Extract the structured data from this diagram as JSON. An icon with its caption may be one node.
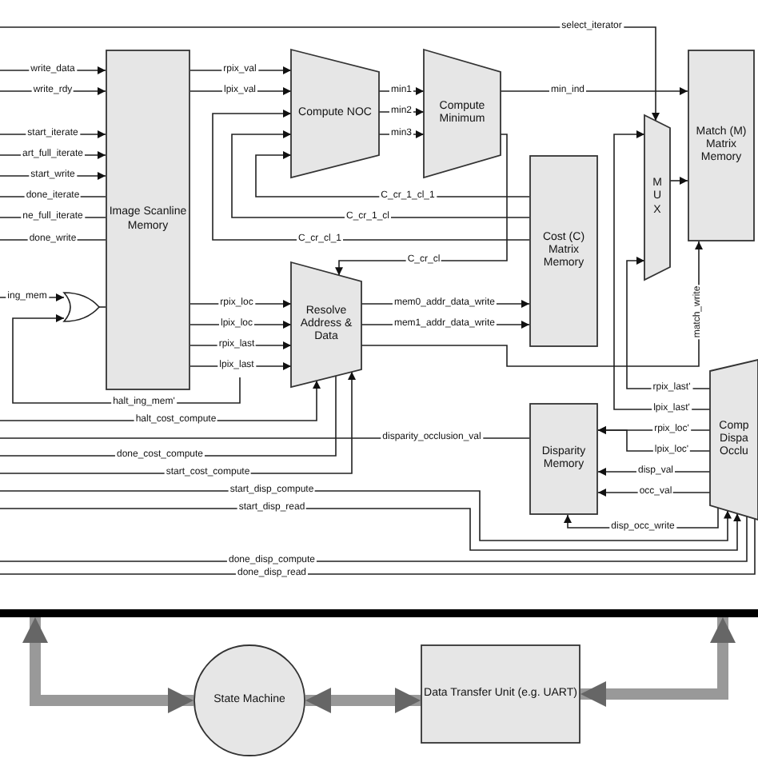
{
  "diagram": {
    "nodes": [
      {
        "text": [
          "Image Scanline Memory"
        ]
      },
      {
        "text": [
          "Compute NOC"
        ]
      },
      {
        "text": [
          "Compute Minimum"
        ]
      },
      {
        "text": [
          "Match (M) Matrix Memory"
        ]
      },
      {
        "text": [
          "MUX"
        ]
      },
      {
        "text": [
          "Cost (C) Matrix Memory"
        ]
      },
      {
        "text": [],
        "shape": "gate"
      },
      {
        "text": [
          "Resolve Address & Data"
        ]
      },
      {
        "text": [
          "Disparity Memory"
        ]
      },
      {
        "text": [
          "Comp Dispa Occlu"
        ]
      },
      {
        "text": [],
        "shape": "bar"
      },
      {
        "text": [
          "State Machine"
        ]
      },
      {
        "text": [
          "Data Transfer Unit (e.g. UART)"
        ]
      }
    ],
    "edges": [
      {
        "from": null,
        "to": 0,
        "arrow": "to",
        "label": "write_data"
      },
      {
        "from": null,
        "to": 0,
        "arrow": "to",
        "label": "write_rdy"
      },
      {
        "from": null,
        "to": 0,
        "arrow": "to",
        "label": "start_iterate"
      },
      {
        "from": null,
        "to": 0,
        "arrow": "to",
        "label": "art_full_iterate"
      },
      {
        "from": null,
        "to": 0,
        "arrow": "to",
        "label": "start_write"
      },
      {
        "from": 0,
        "to": null,
        "arrow": "none",
        "label": "done_iterate"
      },
      {
        "from": 0,
        "to": null,
        "arrow": "none",
        "label": "ne_full_iterate"
      },
      {
        "from": 0,
        "to": null,
        "arrow": "none",
        "label": "done_write"
      },
      {
        "from": null,
        "to": 6,
        "arrow": "to",
        "label": "ing_mem"
      },
      {
        "from": null,
        "to": 6,
        "arrow": "to",
        "label": "halt_ing_mem'"
      },
      {
        "from": 6,
        "to": 0,
        "arrow": "none"
      },
      {
        "from": null,
        "to": 4,
        "arrow": "to",
        "label": "select_iterator"
      },
      {
        "from": 0,
        "to": 1,
        "arrow": "to",
        "label": "rpix_val"
      },
      {
        "from": 0,
        "to": 1,
        "arrow": "to",
        "label": "lpix_val"
      },
      {
        "from": 1,
        "to": 2,
        "arrow": "to",
        "label": "min1"
      },
      {
        "from": 1,
        "to": 2,
        "arrow": "to",
        "label": "min2"
      },
      {
        "from": 1,
        "to": 2,
        "arrow": "to",
        "label": "min3"
      },
      {
        "from": 2,
        "to": 3,
        "arrow": "to",
        "label": "min_ind"
      },
      {
        "from": 5,
        "to": 1,
        "arrow": "to",
        "label": "C_cr_1_cl_1"
      },
      {
        "from": 5,
        "to": 1,
        "arrow": "to",
        "label": "C_cr_1_cl"
      },
      {
        "from": 5,
        "to": 1,
        "arrow": "to",
        "label": "C_cr_cl_1"
      },
      {
        "from": 2,
        "to": 7,
        "arrow": "to",
        "label": "C_cr_cl"
      },
      {
        "from": 4,
        "to": 3,
        "arrow": "to"
      },
      {
        "from": 0,
        "to": 7,
        "arrow": "to",
        "label": "rpix_loc"
      },
      {
        "from": 0,
        "to": 7,
        "arrow": "to",
        "label": "lpix_loc"
      },
      {
        "from": 0,
        "to": 7,
        "arrow": "to",
        "label": "rpix_last"
      },
      {
        "from": 0,
        "to": 7,
        "arrow": "to",
        "label": "lpix_last"
      },
      {
        "from": 7,
        "to": 5,
        "arrow": "to",
        "label": "mem0_addr_data_write"
      },
      {
        "from": 7,
        "to": 5,
        "arrow": "to",
        "label": "mem1_addr_data_write"
      },
      {
        "from": 7,
        "to": 3,
        "arrow": "to",
        "label": "match_write"
      },
      {
        "from": 9,
        "to": 4,
        "arrow": "to",
        "label": "rpix_last'"
      },
      {
        "from": 9,
        "to": 4,
        "arrow": "to",
        "label": "lpix_last'"
      },
      {
        "from": 9,
        "to": 8,
        "arrow": "to",
        "label": "rpix_loc'"
      },
      {
        "from": 9,
        "to": 8,
        "arrow": "to",
        "label": "lpix_loc'"
      },
      {
        "from": 9,
        "to": 8,
        "arrow": "to",
        "label": "disp_val"
      },
      {
        "from": 9,
        "to": 8,
        "arrow": "to",
        "label": "occ_val"
      },
      {
        "from": 9,
        "to": 8,
        "arrow": "to",
        "label": "disp_occ_write"
      },
      {
        "from": null,
        "to": 7,
        "arrow": "to",
        "label": "halt_cost_compute"
      },
      {
        "from": 8,
        "to": null,
        "arrow": "none",
        "label": "disparity_occlusion_val"
      },
      {
        "from": 7,
        "to": null,
        "arrow": "none",
        "label": "done_cost_compute"
      },
      {
        "from": null,
        "to": 7,
        "arrow": "to",
        "label": "start_cost_compute"
      },
      {
        "from": null,
        "to": 9,
        "arrow": "to",
        "label": "start_disp_compute"
      },
      {
        "from": null,
        "to": 9,
        "arrow": "to",
        "label": "start_disp_read"
      },
      {
        "from": 9,
        "to": null,
        "arrow": "none",
        "label": "done_disp_compute"
      },
      {
        "from": 9,
        "to": null,
        "arrow": "none",
        "label": "done_disp_read"
      },
      {
        "from": 10,
        "to": 11,
        "arrow": "both",
        "style": "thick",
        "color": "#999999"
      },
      {
        "from": 11,
        "to": 12,
        "arrow": "both",
        "style": "thick",
        "color": "#999999"
      },
      {
        "from": 12,
        "to": 10,
        "arrow": "both",
        "style": "thick",
        "color": "#999999"
      }
    ]
  }
}
